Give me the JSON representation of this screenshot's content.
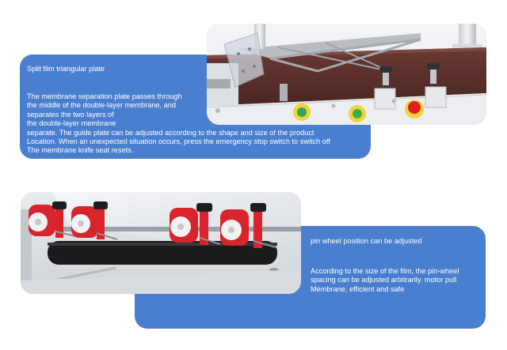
{
  "section1": {
    "title": "Split film triangular plate",
    "lines": [
      "The membrane separation plate passes through",
      "the middle of the double-layer membrane, and",
      "separates the two layers of",
      " the double-layer membrane",
      "separate. The guide plate can be adjusted according to the shape and size of the product",
      "Location. When an unexpected situation occurs, press the emergency stop switch to switch off",
      "The membrane knife seat resets."
    ]
  },
  "section2": {
    "title": "pin wheel position can be adjusted",
    "lines": [
      "According to the size of the film, the pin-wheel",
      "spacing can be adjusted arbitrarily. motor pull",
      "Membrane, efficient and safe"
    ]
  },
  "colors": {
    "card_blue": "#4a7fd0",
    "conveyor_brown": "#5a2e2a",
    "emergency_red": "#e02020",
    "roller_red": "#d8242c"
  }
}
